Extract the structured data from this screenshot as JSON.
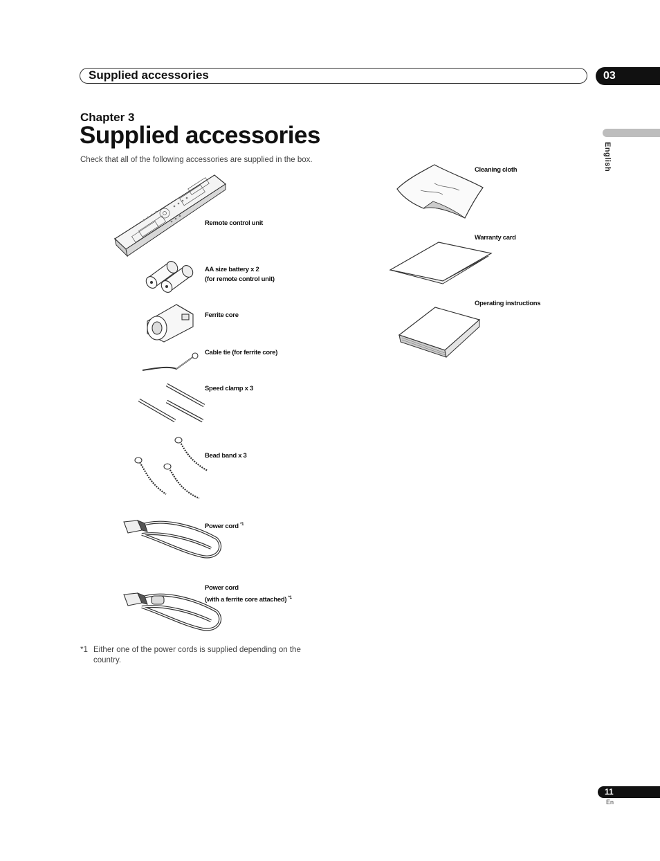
{
  "header": {
    "section_title": "Supplied accessories",
    "chapter_number": "03"
  },
  "chapter_label": "Chapter 3",
  "page_title": "Supplied accessories",
  "intro": "Check that all of the following accessories are supplied in the box.",
  "side_tab": {
    "language": "English"
  },
  "accessories_left": [
    {
      "line1": "Remote control unit",
      "line2": "",
      "note": ""
    },
    {
      "line1": "AA size battery  x 2",
      "line2": "(for remote control unit)",
      "note": ""
    },
    {
      "line1": "Ferrite core",
      "line2": "",
      "note": ""
    },
    {
      "line1": "Cable tie (for ferrite core)",
      "line2": "",
      "note": ""
    },
    {
      "line1": "Speed clamp  x 3",
      "line2": "",
      "note": ""
    },
    {
      "line1": "Bead band  x 3",
      "line2": "",
      "note": ""
    },
    {
      "line1": "Power cord",
      "line2": "",
      "note": "*1"
    },
    {
      "line1": "Power cord",
      "line2": "(with a ferrite core attached)",
      "note": "*1"
    }
  ],
  "accessories_right": [
    {
      "line1": "Cleaning cloth"
    },
    {
      "line1": "Warranty card"
    },
    {
      "line1": "Operating instructions"
    }
  ],
  "footnote": {
    "mark": "*1",
    "text": "Either one of the power cords is supplied depending on the country."
  },
  "page": {
    "number": "11",
    "lang": "En"
  }
}
